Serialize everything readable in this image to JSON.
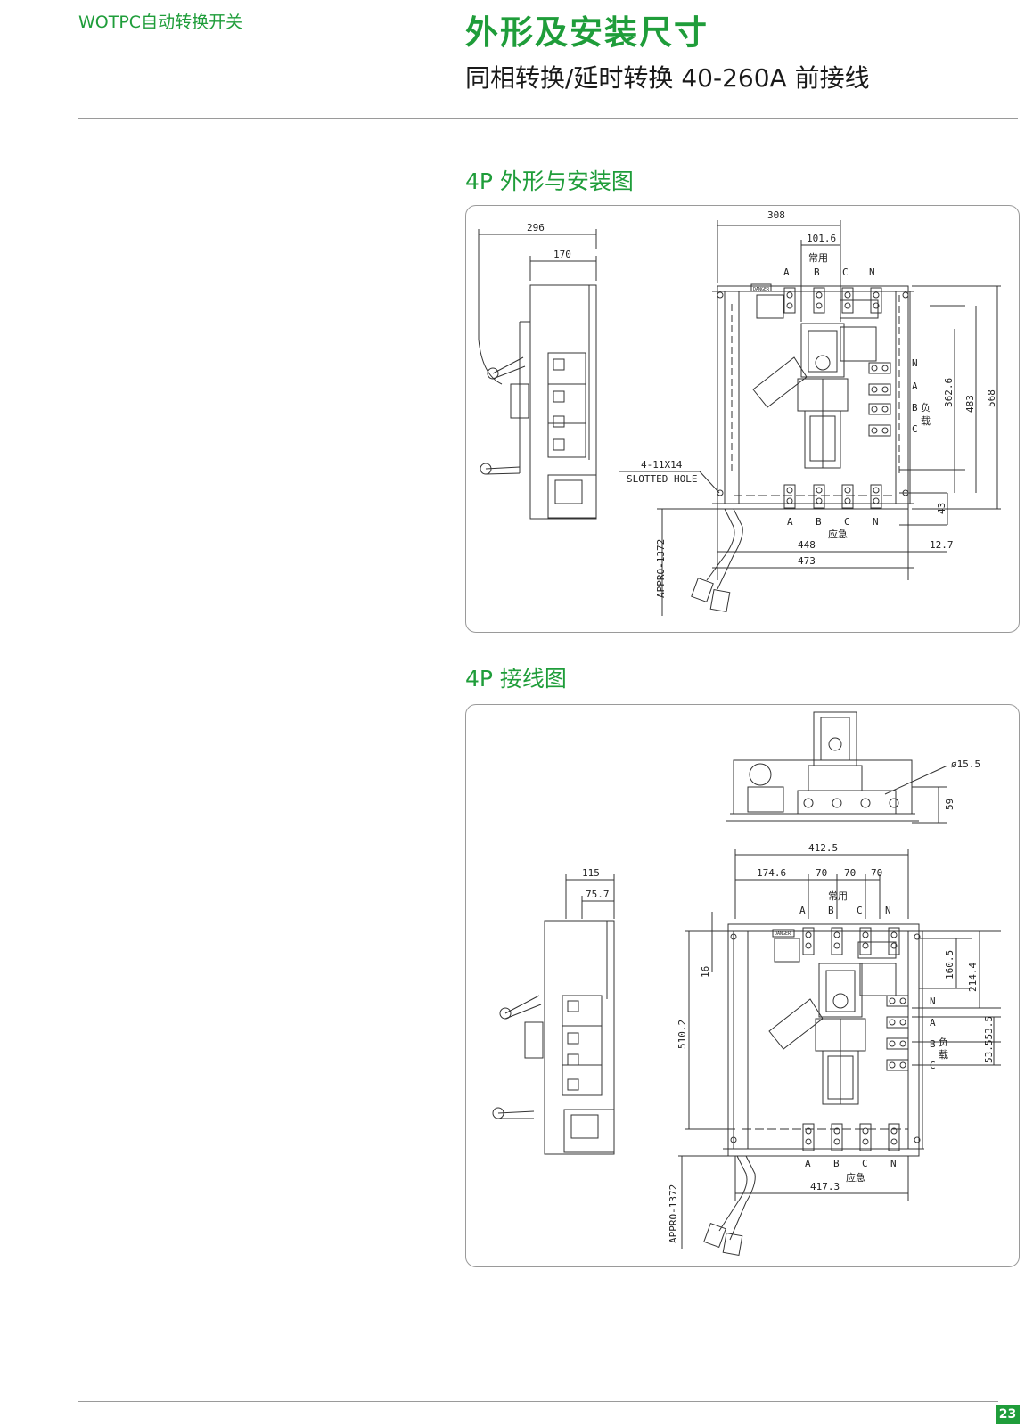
{
  "header": {
    "brand": "WOTPC自动转换开关",
    "title": "外形及安装尺寸",
    "subtitle": "同相转换/延时转换 40-260A 前接线"
  },
  "sections": [
    {
      "heading": "4P 外形与安装图",
      "labels": {
        "d296": "296",
        "d170": "170",
        "d308": "308",
        "d101_6": "101.6",
        "normal": "常用",
        "emergency": "应急",
        "load1": "负",
        "load2": "载",
        "phA": "A",
        "phB": "B",
        "phC": "C",
        "phN": "N",
        "d362_6": "362.6",
        "d483": "483",
        "d568": "568",
        "d43": "43",
        "d448": "448",
        "d473": "473",
        "d12_7": "12.7",
        "hole1": "4-11X14",
        "hole2": "SLOTTED  HOLE",
        "appro": "APPRO-1372",
        "danger": "DANGER"
      }
    },
    {
      "heading": "4P 接线图",
      "labels": {
        "dia": "ø15.5",
        "d59": "59",
        "d412_5": "412.5",
        "d174_6": "174.6",
        "d70a": "70",
        "d70b": "70",
        "d70c": "70",
        "d115": "115",
        "d75_7": "75.7",
        "normal": "常用",
        "emergency": "应急",
        "load1": "负",
        "load2": "载",
        "phA": "A",
        "phB": "B",
        "phC": "C",
        "phN": "N",
        "d16": "16",
        "d510_2": "510.2",
        "d160_5": "160.5",
        "d214_4": "214.4",
        "d53_5": "53.553.5",
        "d53_5b": "53.5",
        "d417_3": "417.3",
        "appro": "APPRO-1372",
        "danger": "DANGER"
      }
    }
  ],
  "footer": {
    "page_number": "23"
  }
}
